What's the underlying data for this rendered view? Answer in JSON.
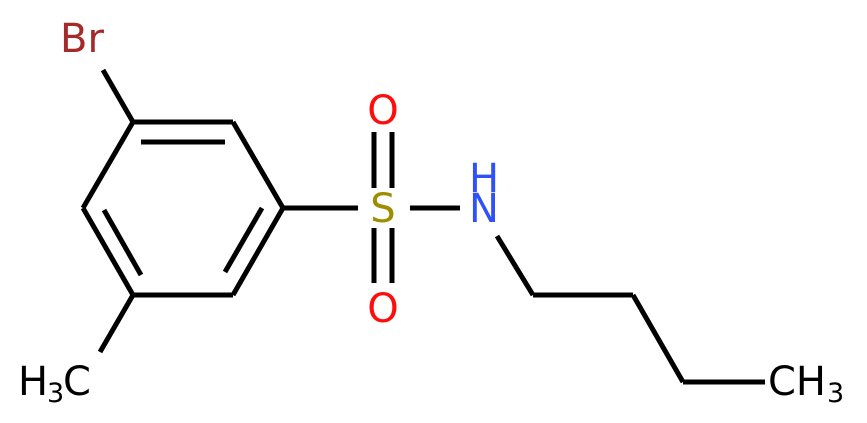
{
  "molecule": {
    "atoms": {
      "br": {
        "label": "Br",
        "color": "#a52a2a"
      },
      "s": {
        "label": "S",
        "color": "#a08c00"
      },
      "o_top": {
        "label": "O",
        "color": "#ff0d0d"
      },
      "o_bottom": {
        "label": "O",
        "color": "#ff0d0d"
      },
      "n": {
        "label": "N",
        "color": "#3050f8"
      },
      "h": {
        "label": "H",
        "color": "#3050f8"
      },
      "ch3_left": {
        "main": "H",
        "sub": "3",
        "tail": "C",
        "color": "#000000"
      },
      "ch3_right": {
        "main": "CH",
        "sub": "3",
        "color": "#000000"
      }
    },
    "bond_color": "#000000"
  }
}
